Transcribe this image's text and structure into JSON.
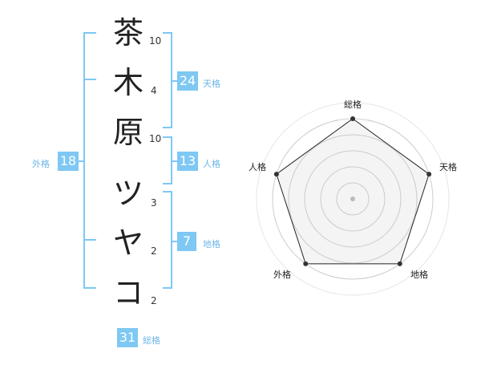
{
  "name_chars": [
    {
      "char": "茶",
      "strokes": "10"
    },
    {
      "char": "木",
      "strokes": "4"
    },
    {
      "char": "原",
      "strokes": "10"
    },
    {
      "char": "ツ",
      "strokes": "3"
    },
    {
      "char": "ヤ",
      "strokes": "2"
    },
    {
      "char": "コ",
      "strokes": "2"
    }
  ],
  "kaku": {
    "tenkaku": {
      "label": "天格",
      "value": "24"
    },
    "jinkaku": {
      "label": "人格",
      "value": "13"
    },
    "chikaku": {
      "label": "地格",
      "value": "7"
    },
    "gaikaku": {
      "label": "外格",
      "value": "18"
    },
    "soukaku": {
      "label": "総格",
      "value": "31"
    }
  },
  "radar": {
    "axes": [
      "総格",
      "天格",
      "地格",
      "外格",
      "人格"
    ],
    "levels": 5,
    "values": [
      5,
      5,
      5,
      5,
      5
    ],
    "max": 5,
    "colors": {
      "fill": "#f2f2f2",
      "line": "#222222",
      "grid": "#cccccc",
      "dot": "#333333",
      "center": "#bbbbbb"
    }
  },
  "colors": {
    "accent": "#7ec8f3",
    "label": "#6cb6e6"
  }
}
